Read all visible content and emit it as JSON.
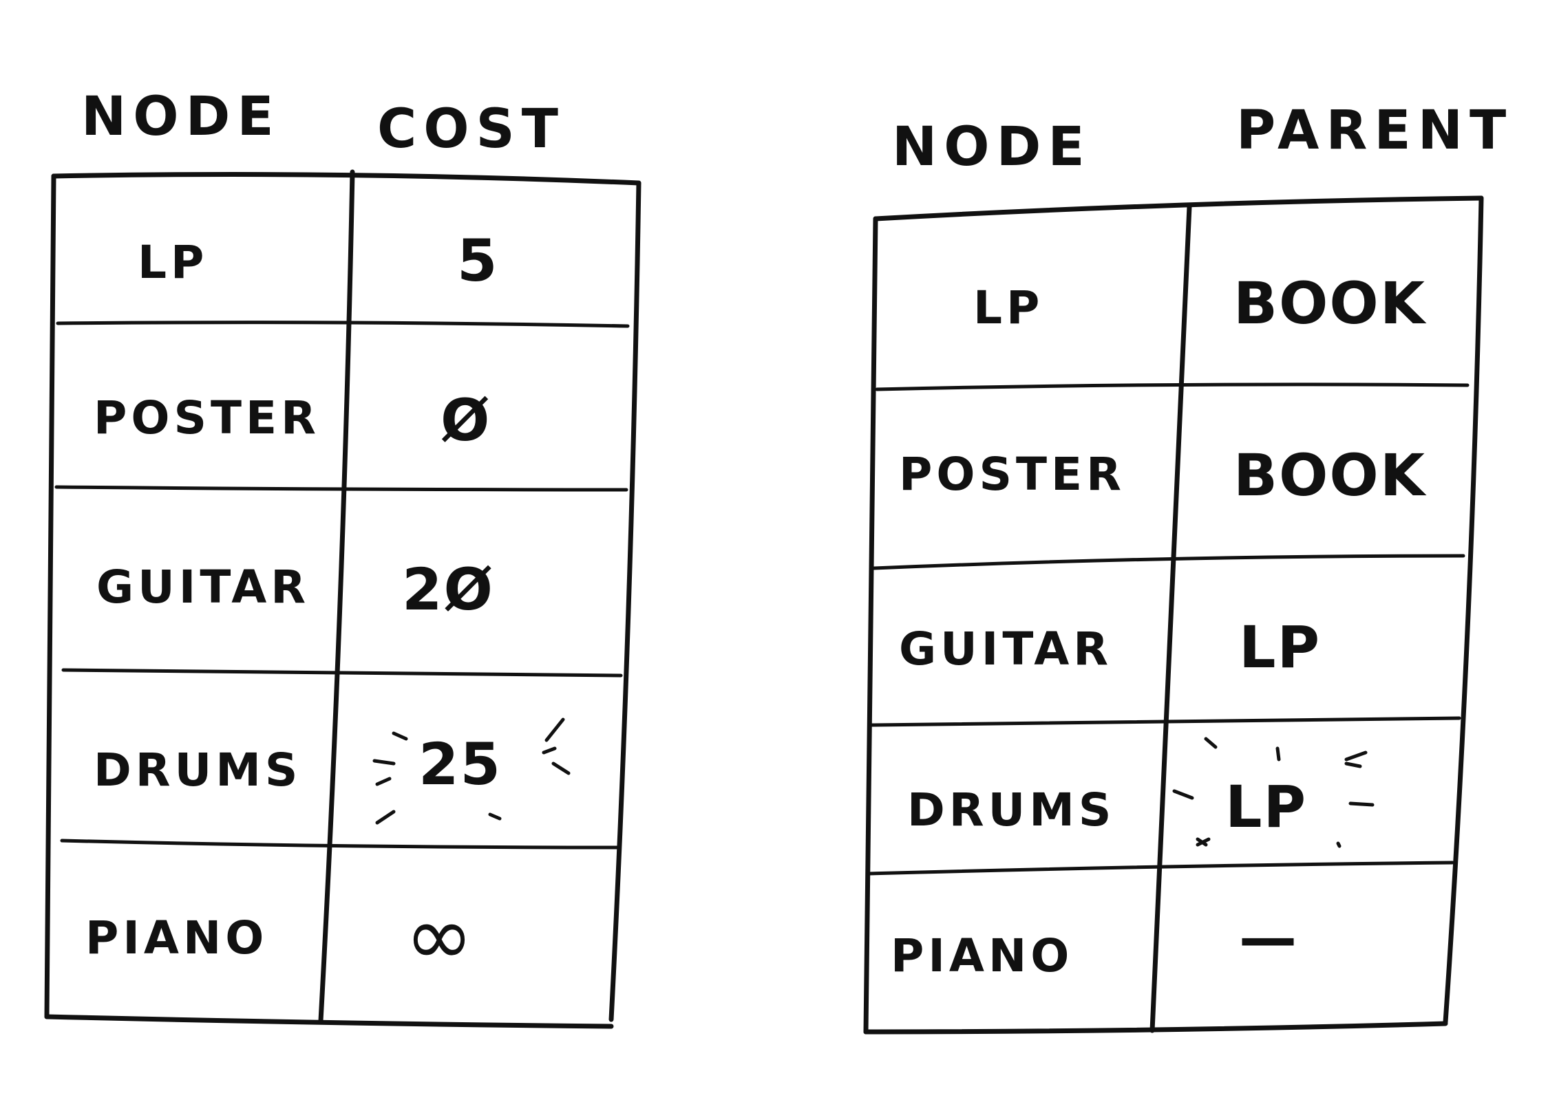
{
  "cost_table": {
    "headers": {
      "node": "NODE",
      "value": "COST"
    },
    "rows": [
      {
        "node": "LP",
        "value": "5"
      },
      {
        "node": "POSTER",
        "value": "Ø"
      },
      {
        "node": "GUITAR",
        "value": "2Ø"
      },
      {
        "node": "DRUMS",
        "value": "25",
        "highlighted": true
      },
      {
        "node": "PIANO",
        "value": "∞"
      }
    ]
  },
  "parent_table": {
    "headers": {
      "node": "NODE",
      "value": "PARENT"
    },
    "rows": [
      {
        "node": "LP",
        "value": "BOOK"
      },
      {
        "node": "POSTER",
        "value": "BOOK"
      },
      {
        "node": "GUITAR",
        "value": "LP"
      },
      {
        "node": "DRUMS",
        "value": "LP",
        "highlighted": true
      },
      {
        "node": "PIANO",
        "value": "—"
      }
    ]
  },
  "ink_color": "#111111",
  "background_color": "#ffffff"
}
